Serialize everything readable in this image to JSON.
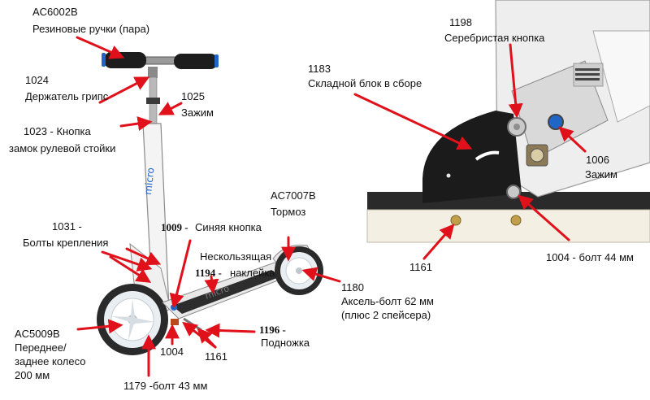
{
  "labels": {
    "grips_code": "AC6002B",
    "grips_name": "Резиновые ручки (пара)",
    "grip_holder_code": "1024",
    "grip_holder_name": "Держатель грипс",
    "clamp_code": "1025",
    "clamp_name": "Зажим",
    "lock_button_line1": "1023 - Кнопка",
    "lock_button_line2": "замок рулевой стойки",
    "bolts_code": "1031 -",
    "bolts_name": "Болты крепления",
    "blue_button_code": "1009 -",
    "blue_button_name": "Синяя кнопка",
    "brake_code": "AC7007B",
    "brake_name": "Тормоз",
    "sticker_line1": "Нескользящая",
    "sticker_code": "1194 -",
    "sticker_line2": "наклейка",
    "axle_code": "1180",
    "axle_line1": "Аксель-болт 62 мм",
    "axle_line2": "(плюс 2 спейсера)",
    "wheel_code": "AC5009B",
    "wheel_line1": "Переднее/",
    "wheel_line2": "заднее колесо",
    "wheel_line3": "200 мм",
    "bolt_1004": "1004",
    "bolt_1161": "1161",
    "bolt_1179": "1179 -болт  43 мм",
    "kickstand_code": "1196 -",
    "kickstand_name": "Подножка",
    "silver_button_code": "1198",
    "silver_button_name": "Серебристая кнопка",
    "fold_block_code": "1183",
    "fold_block_name": "Складной блок в сборе",
    "clamp2_code": "1006",
    "clamp2_name": "Зажим",
    "bolt_1161_right": "1161",
    "bolt_1004_right": "1004 - болт 44 мм"
  },
  "deck_text": "micro",
  "colors": {
    "pointer": "#e0111b",
    "frame": "#f1f1f1",
    "tire": "#222222",
    "brand_blue": "#1f66c6",
    "folding_block": "#1b1b1b"
  }
}
